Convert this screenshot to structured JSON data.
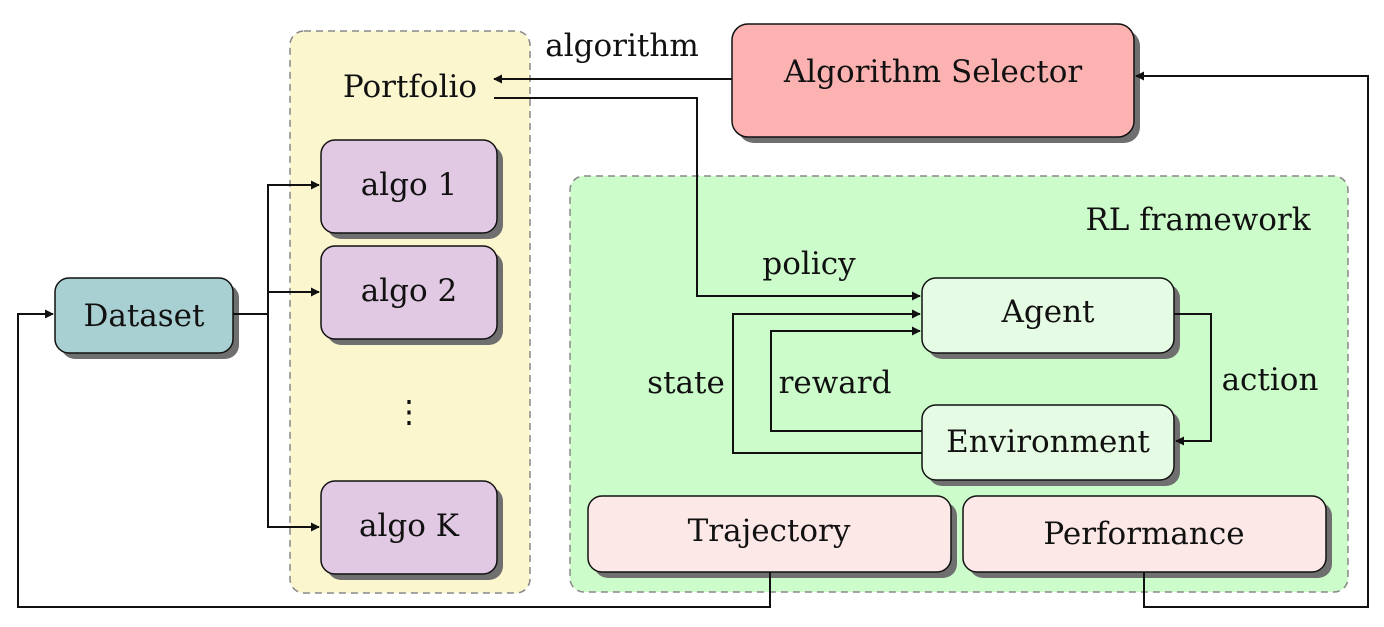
{
  "portfolio": {
    "title": "Portfolio",
    "algos": [
      "algo 1",
      "algo 2",
      "algo K"
    ],
    "ellipsis": "⋮"
  },
  "rl_framework": {
    "title": "RL framework",
    "agent": "Agent",
    "environment": "Environment",
    "trajectory": "Trajectory",
    "performance": "Performance"
  },
  "nodes": {
    "dataset": "Dataset",
    "algorithm_selector": "Algorithm Selector"
  },
  "edge_labels": {
    "algorithm": "algorithm",
    "policy": "policy",
    "state": "state",
    "reward": "reward",
    "action": "action"
  },
  "colors": {
    "portfolio_bg": "#fcf6cf",
    "rl_bg": "#cdfccb",
    "algo_fill": "#e1c8e3",
    "dataset_fill": "#a8cfd1",
    "selector_fill": "#fdb2b2",
    "agent_env_fill": "#e6fbe3",
    "traj_perf_fill": "#fde8e8"
  }
}
